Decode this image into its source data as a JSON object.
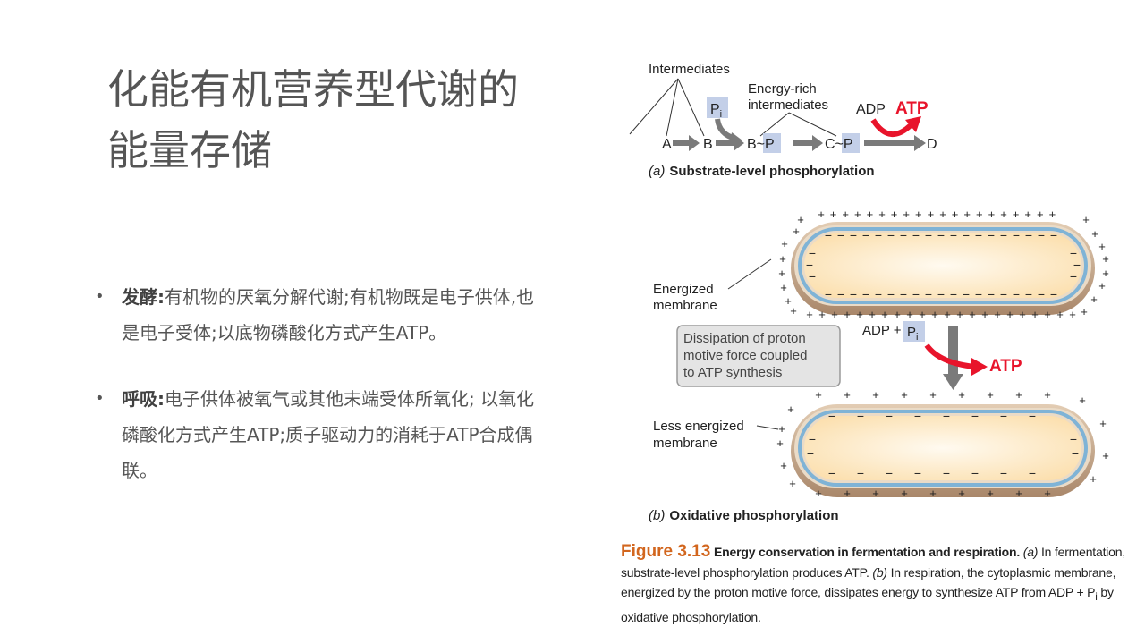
{
  "slide": {
    "title_line1": "化能有机营养型代谢的",
    "title_line2": "能量存储"
  },
  "bullets": [
    {
      "term": "发酵:",
      "text": "有机物的厌氧分解代谢;有机物既是电子供体,也是电子受体;以底物磷酸化方式产生ATP。"
    },
    {
      "term": "呼吸:",
      "text": "电子供体被氧气或其他末端受体所氧化; 以氧化磷酸化方式产生ATP;质子驱动力的消耗于ATP合成偶联。"
    }
  ],
  "figure": {
    "panel_a": {
      "intermediates": "Intermediates",
      "energy_rich_line1": "Energy-rich",
      "energy_rich_line2": "intermediates",
      "pi": "P",
      "pi_sub": "i",
      "A": "A",
      "B": "B",
      "B_P": "B~P",
      "C_P": "C~P",
      "D": "D",
      "adp": "ADP",
      "atp": "ATP",
      "label_prefix": "(a)",
      "label": "Substrate-level phosphorylation"
    },
    "panel_b": {
      "energized_line1": "Energized",
      "energized_line2": "membrane",
      "dissipation_line1": "Dissipation of proton",
      "dissipation_line2": "motive force coupled",
      "dissipation_line3": "to ATP synthesis",
      "adp_plus": "ADP +",
      "pi": "P",
      "pi_sub": "i",
      "atp": "ATP",
      "less_line1": "Less energized",
      "less_line2": "membrane",
      "label_prefix": "(b)",
      "label": "Oxidative phosphorylation"
    },
    "caption": {
      "fig_num": "Figure 3.13",
      "head": "Energy conservation in fermentation and respiration.",
      "a_prefix": "(a)",
      "a_text": "In fermentation, substrate-level phosphorylation produces ATP.",
      "b_prefix": "(b)",
      "b_text": "In respiration, the cytoplasmic membrane, energized by the proton motive force, dissipates energy to synthesize ATP from ADP + P",
      "b_sub": "i",
      "b_end": "by oxidative phosphorylation."
    },
    "colors": {
      "atp_red": "#e8142b",
      "arrow_gray": "#7a7a7a",
      "pi_box": "#c3cfe8",
      "cell_fill": "#fde9bf",
      "membrane_blue": "#7fb3d6",
      "cell_wall": "#c9ab8c",
      "caption_orange": "#d2661e"
    }
  }
}
